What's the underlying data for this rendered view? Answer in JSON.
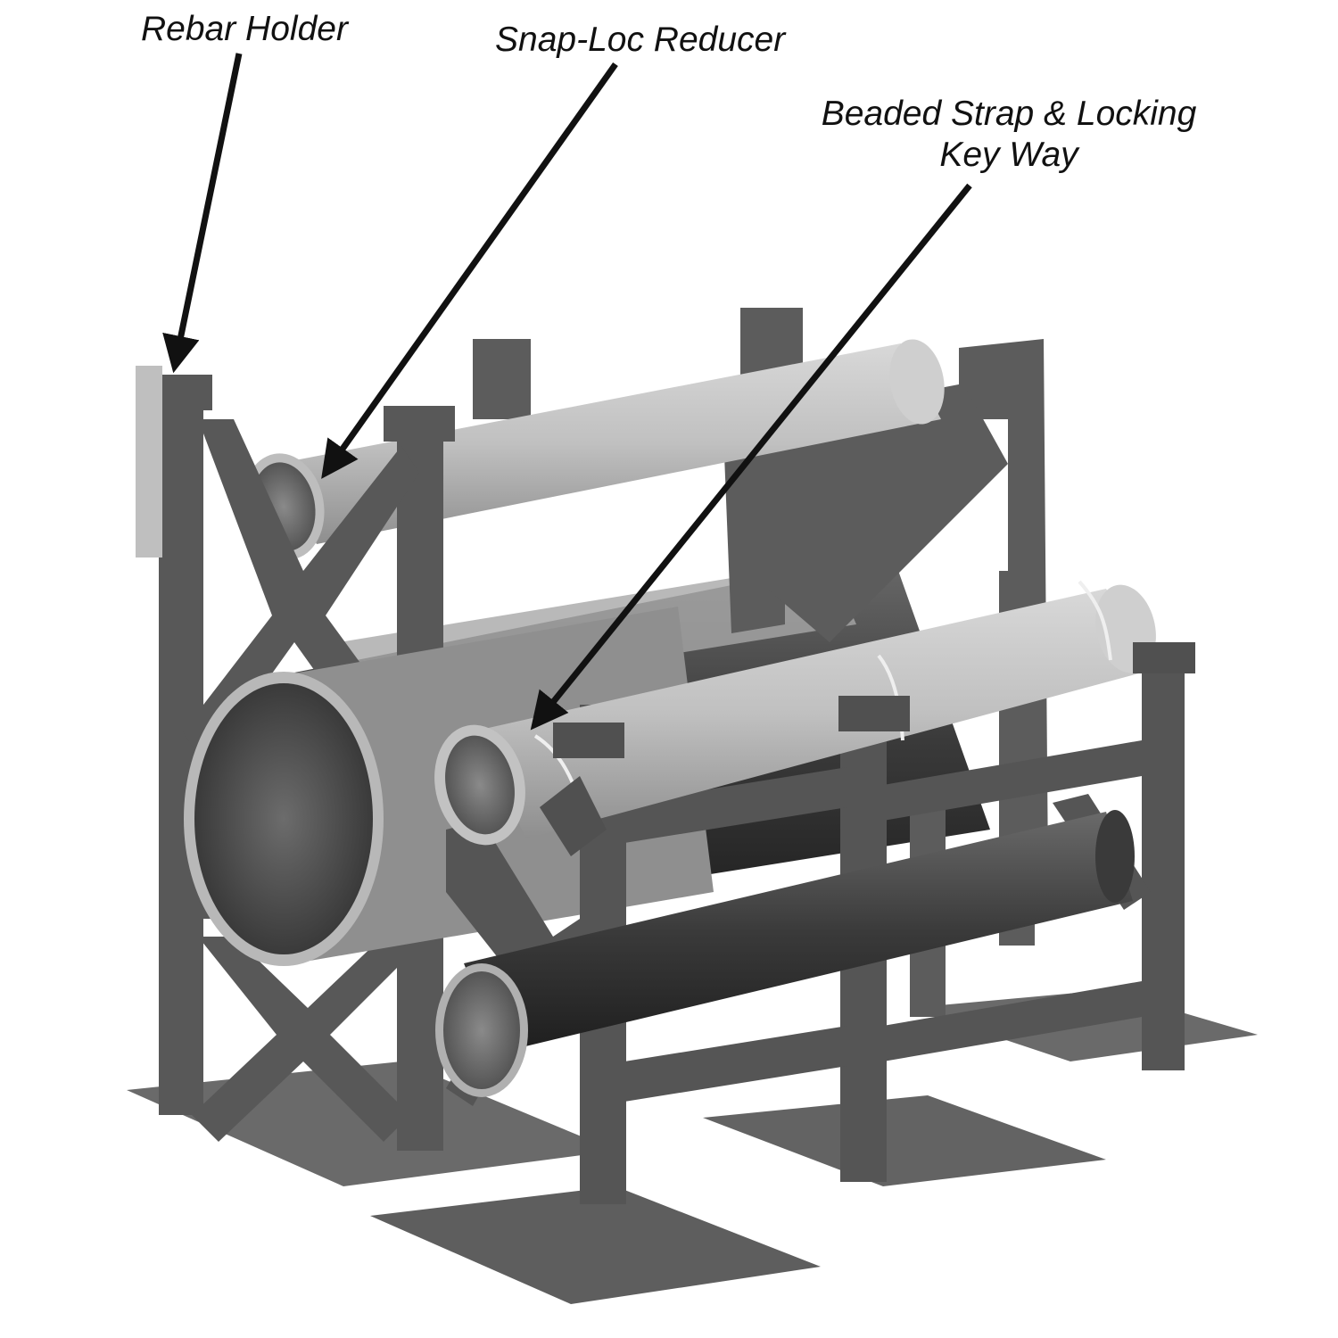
{
  "callouts": {
    "rebar_holder": "Rebar Holder",
    "snap_loc_reducer": "Snap-Loc Reducer",
    "beaded_strap_line1": "Beaded Strap & Locking",
    "beaded_strap_line2": "Key Way"
  },
  "colors": {
    "frame": "#5b5b5b",
    "frame_dark": "#3c3c3c",
    "pipe_light": "#c4c4c4",
    "pipe_mid": "#9a9a9a",
    "pipe_dark": "#2f2f2f",
    "arrow": "#111111",
    "background": "#ffffff"
  }
}
